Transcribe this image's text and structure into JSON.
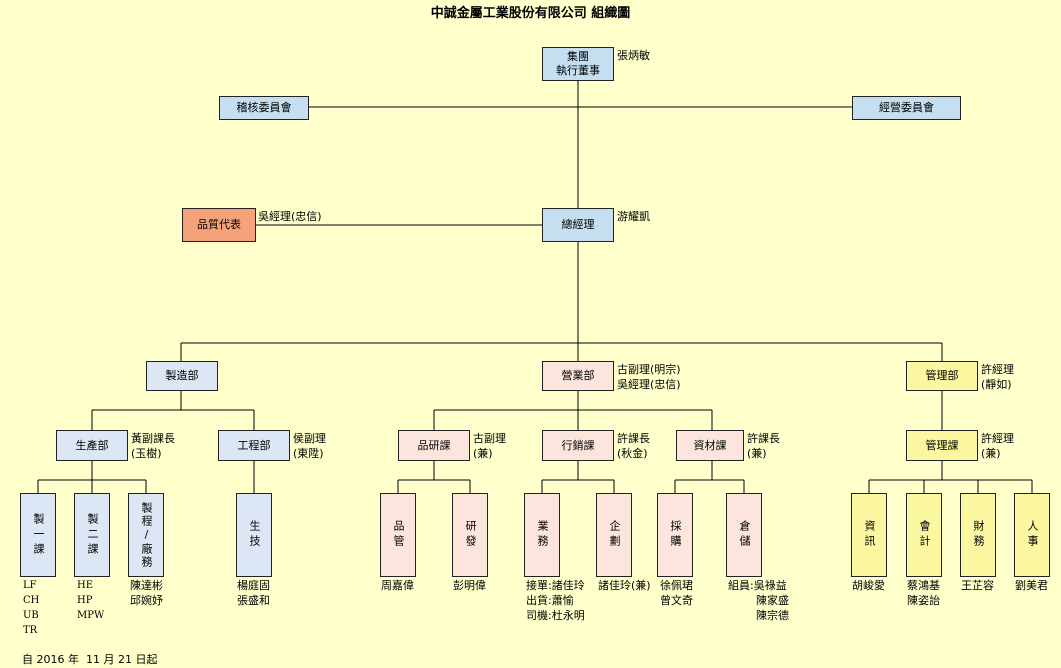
{
  "title": "中誠金屬工業股份有限公司 組織圖",
  "footer": "自 2016 年  11 月 21 日起",
  "boxes": {
    "ceo": "集團\n執行董事",
    "audit": "稽核委員會",
    "mgmt_committee": "經營委員會",
    "qa_rep": "品質代表",
    "gm": "總經理",
    "mfg": "製造部",
    "sales": "營業部",
    "admin": "管理部",
    "production": "生產部",
    "engineering": "工程部",
    "qr": "品研課",
    "marketing": "行銷課",
    "materials": "資材課",
    "admin_sec": "管理課",
    "s1": "製一課",
    "s2": "製二課",
    "s3": "製程/廠務",
    "tech": "生技",
    "qc": "品管",
    "rd": "研發",
    "biz": "業務",
    "plan": "企劃",
    "purchase": "採購",
    "storage": "倉儲",
    "it": "資訊",
    "acct": "會計",
    "fin": "財務",
    "hr": "人事"
  },
  "persons": {
    "ceo": "張炳敏",
    "qa_rep": "吳經理(忠信)",
    "gm": "游耀凱",
    "sales": "古副理(明宗)\n吳經理(忠信)",
    "admin": "許經理\n(靜如)",
    "production": "黃副課長\n(玉樹)",
    "engineering": "侯副理\n(東陞)",
    "qr": "古副理\n(兼)",
    "marketing": "許課長\n(秋金)",
    "materials": "許課長\n(兼)",
    "admin_sec": "許經理\n(兼)",
    "s1": "LF\nCH\nUB\nTR",
    "s2": "HE\nHP\nMPW",
    "s3": "陳達彬\n邱婉妤",
    "tech": "楊庭固\n張盛和",
    "qc": "周嘉偉",
    "rd": "彭明偉",
    "biz": "接單:諸佳玲\n出貨:蕭愉\n司機:杜永明",
    "plan": "諸佳玲(兼)",
    "purchase": "徐佩珺\n曾文奇",
    "storage": "組員:吳祿益\n        陳家盛\n        陳宗德",
    "it": "胡峻愛",
    "acct": "蔡鴻基\n陳姿詒",
    "fin": "王芷容",
    "hr": "劉美君"
  },
  "colors": {
    "background": "#ffffcc",
    "executive": "#c5dff0",
    "manufacturing": "#dde6f4",
    "sales": "#fbe5dc",
    "quality": "#f5a27a",
    "administration": "#fbf7a0"
  }
}
